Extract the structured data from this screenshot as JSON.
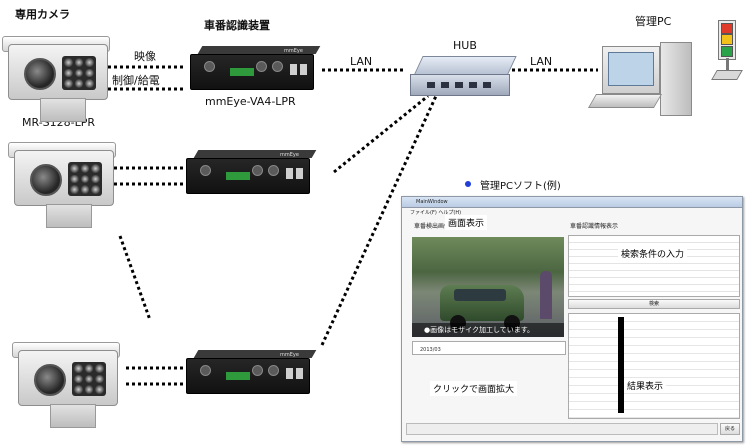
{
  "labels": {
    "camera_title": "専用カメラ",
    "camera_model": "MR-S128-LPR",
    "recognizer_title": "車番認識装置",
    "recognizer_model": "mmEye-VA4-LPR",
    "video": "映像",
    "control_power": "制御/給電",
    "lan_left": "LAN",
    "lan_right": "LAN",
    "hub": "HUB",
    "pc": "管理PC",
    "software_title": "管理PCソフト(例)"
  },
  "software": {
    "window_title": "MainWindow",
    "menu": "ファイル(F)  ヘルプ(H)",
    "left_heading": "車番検出画像",
    "right_heading": "車番認識情報表示",
    "search_button": "検索",
    "mosaic_note": "●画像はモザイク加工しています。",
    "plate_readout": "2013/03",
    "close_button": "戻る"
  },
  "callouts": {
    "screen_display": "画面表示",
    "search_input": "検索条件の入力",
    "click_zoom": "クリックで画面拡大",
    "result_display": "結果表示"
  },
  "icons": {
    "camera": "security-camera-icon",
    "recognizer": "recognition-device-icon",
    "hub": "network-hub-icon",
    "pc": "desktop-pc-icon",
    "signal": "traffic-signal-icon"
  },
  "colors": {
    "bullet": "#1f3fd6",
    "signal_red": "#e23a2a",
    "signal_yellow": "#f2c21b",
    "signal_green": "#2aa24a"
  }
}
